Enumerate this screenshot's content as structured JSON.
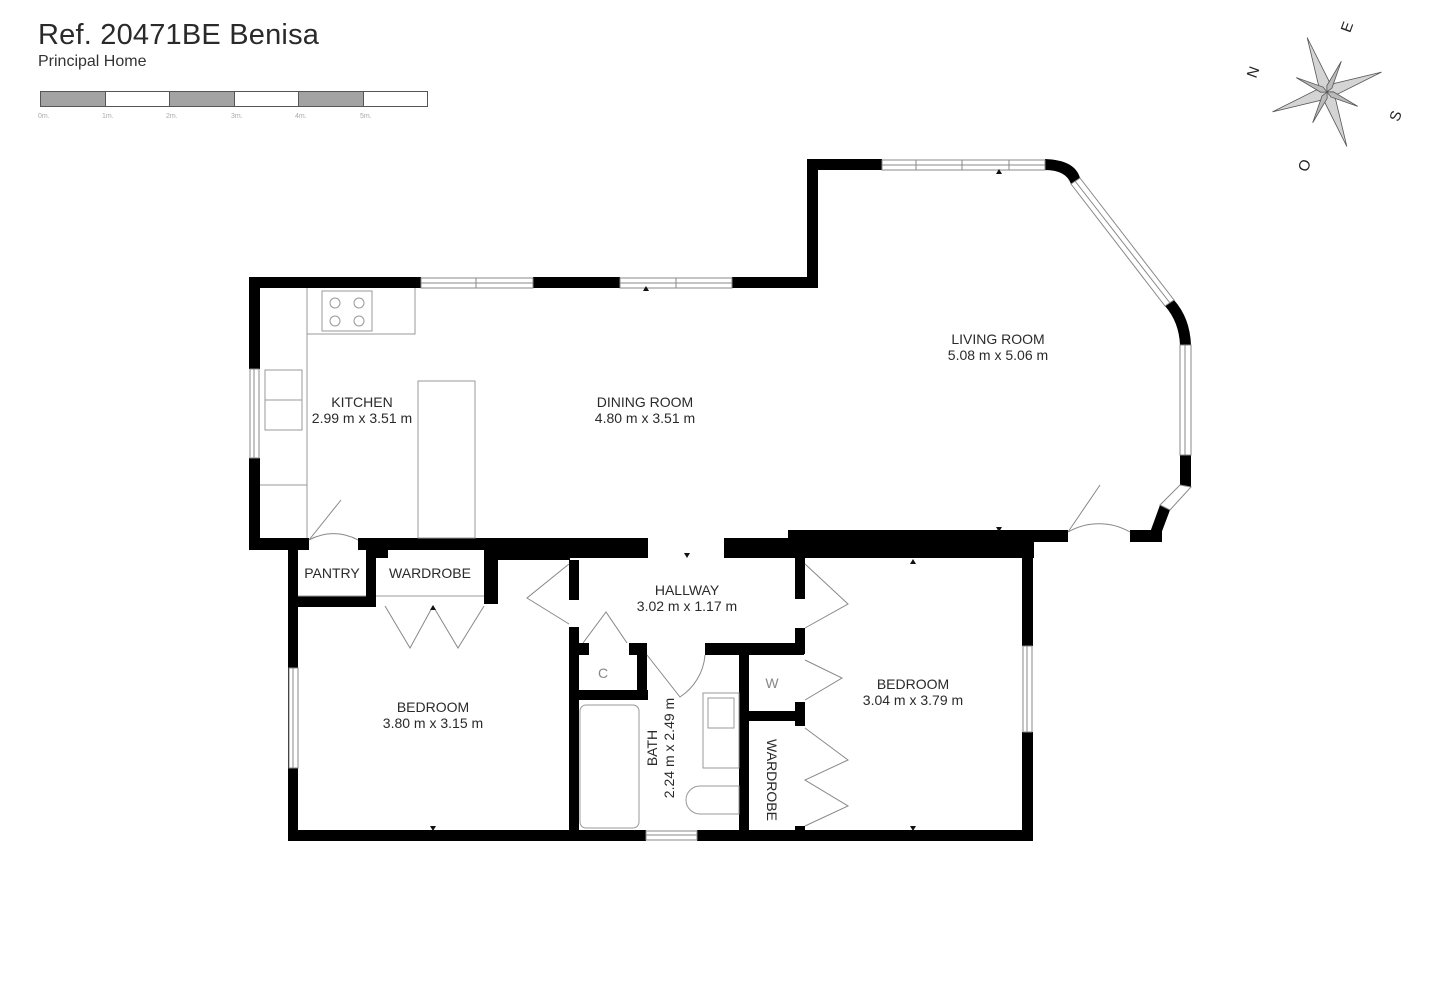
{
  "header": {
    "title": "Ref. 20471BE Benisa",
    "subtitle": "Principal Home"
  },
  "scale_bar": {
    "segments": [
      "dark",
      "light",
      "dark",
      "light",
      "dark",
      "light"
    ],
    "labels": [
      "0m.",
      "1m.",
      "2m.",
      "3m.",
      "4m.",
      "5m."
    ]
  },
  "compass": {
    "north": "N",
    "east": "E",
    "south": "S",
    "west": "O"
  },
  "rooms": {
    "kitchen": {
      "name": "KITCHEN",
      "size": "2.99 m x 3.51 m"
    },
    "dining": {
      "name": "DINING ROOM",
      "size": "4.80 m x 3.51 m"
    },
    "living": {
      "name": "LIVING ROOM",
      "size": "5.08 m x 5.06 m"
    },
    "pantry": {
      "name": "PANTRY"
    },
    "wardrobe1": {
      "name": "WARDROBE"
    },
    "hallway": {
      "name": "HALLWAY",
      "size": "3.02 m x 1.17 m"
    },
    "bedroom1": {
      "name": "BEDROOM",
      "size": "3.80 m x 3.15 m"
    },
    "bath": {
      "name": "BATH",
      "size": "2.24 m x 2.49 m"
    },
    "closet_c": {
      "name": "C"
    },
    "closet_w": {
      "name": "W"
    },
    "wardrobe2": {
      "name": "WARDROBE"
    },
    "bedroom2": {
      "name": "BEDROOM",
      "size": "3.04 m x 3.79 m"
    }
  },
  "colors": {
    "wall": "#000000",
    "fixture_line": "#9a9a9a",
    "scale_dark": "#a3a3a3",
    "compass_fill": "#cfcfcf"
  }
}
